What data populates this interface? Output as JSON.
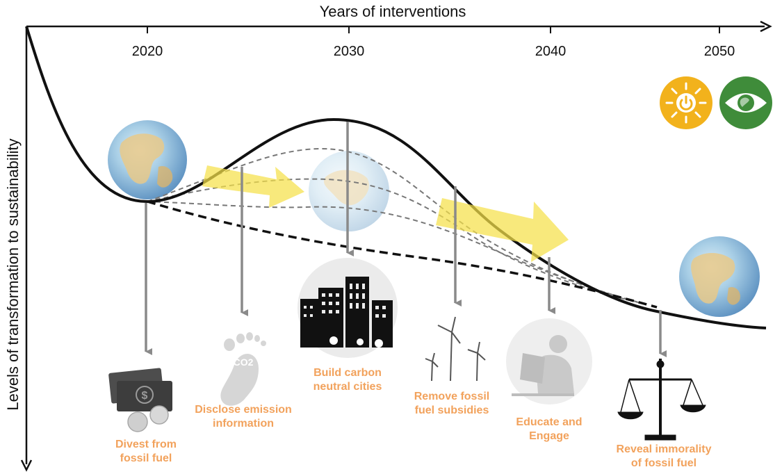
{
  "x_axis_title": "Years of interventions",
  "y_axis_title": "Levels of transformation to sustainability",
  "years": [
    "2020",
    "2030",
    "2040",
    "2050"
  ],
  "interventions": [
    {
      "id": "divest",
      "lines": [
        "Divest from",
        "fossil fuel"
      ],
      "icon": "money-icon"
    },
    {
      "id": "disclose",
      "lines": [
        "Disclose emission",
        "information"
      ],
      "icon": "co2-footprint-icon"
    },
    {
      "id": "cities",
      "lines": [
        "Build carbon",
        "neutral cities"
      ],
      "icon": "city-icon"
    },
    {
      "id": "subsidies",
      "lines": [
        "Remove fossil",
        "fuel subsidies"
      ],
      "icon": "wind-turbine-icon"
    },
    {
      "id": "educate",
      "lines": [
        "Educate and",
        "Engage"
      ],
      "icon": "reading-person-icon"
    },
    {
      "id": "immorality",
      "lines": [
        "Reveal immorality",
        "of fossil fuel"
      ],
      "icon": "scales-icon"
    }
  ],
  "icon_text": {
    "co2": "CO2",
    "dollar": "$"
  },
  "colors": {
    "label": "#f2a25c",
    "arrow_gray": "#8a8a8a",
    "highlight_arrow": "#f5e04a",
    "power_badge": "#f2b21c",
    "eye_badge": "#3f8c3a"
  }
}
